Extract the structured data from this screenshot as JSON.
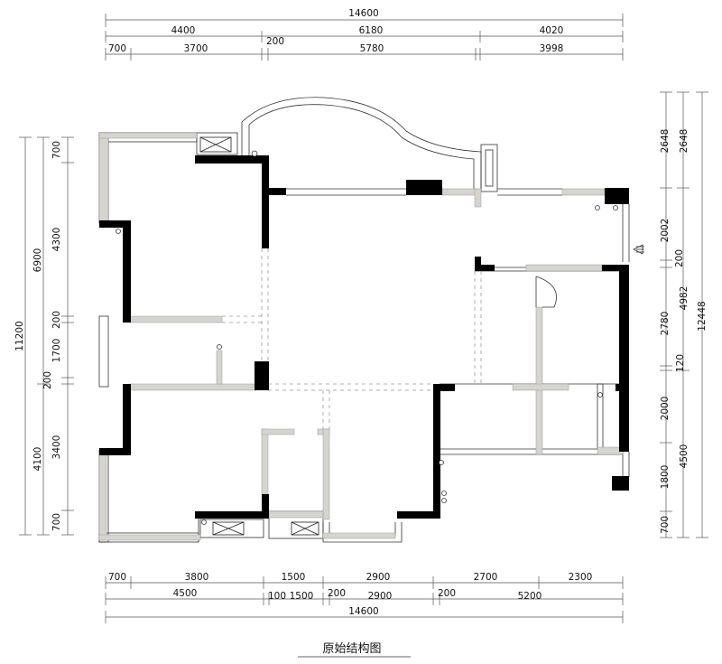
{
  "title": "原始结构图",
  "dimensions": {
    "top_total": "14600",
    "top_row2": [
      "4400",
      "6180",
      "4020"
    ],
    "top_row3": [
      "700",
      "3700",
      "200",
      "5780",
      "3998"
    ],
    "bottom_row1": [
      "700",
      "3800",
      "1500",
      "2900",
      "2700",
      "2300"
    ],
    "bottom_row2": [
      "4500",
      "100",
      "1500",
      "200",
      "2900",
      "200",
      "5200"
    ],
    "bottom_total": "14600",
    "left_outer": "11200",
    "left_mid": [
      "6900",
      "4100"
    ],
    "left_inner": [
      "700",
      "4300",
      "200",
      "1700",
      "200",
      "3400",
      "700"
    ],
    "right_inner": [
      "2648",
      "2002",
      "200",
      "2780",
      "120",
      "2000",
      "1800",
      "700"
    ],
    "right_mid": [
      "2648",
      "4982",
      "4500"
    ],
    "right_outer": "12448"
  }
}
